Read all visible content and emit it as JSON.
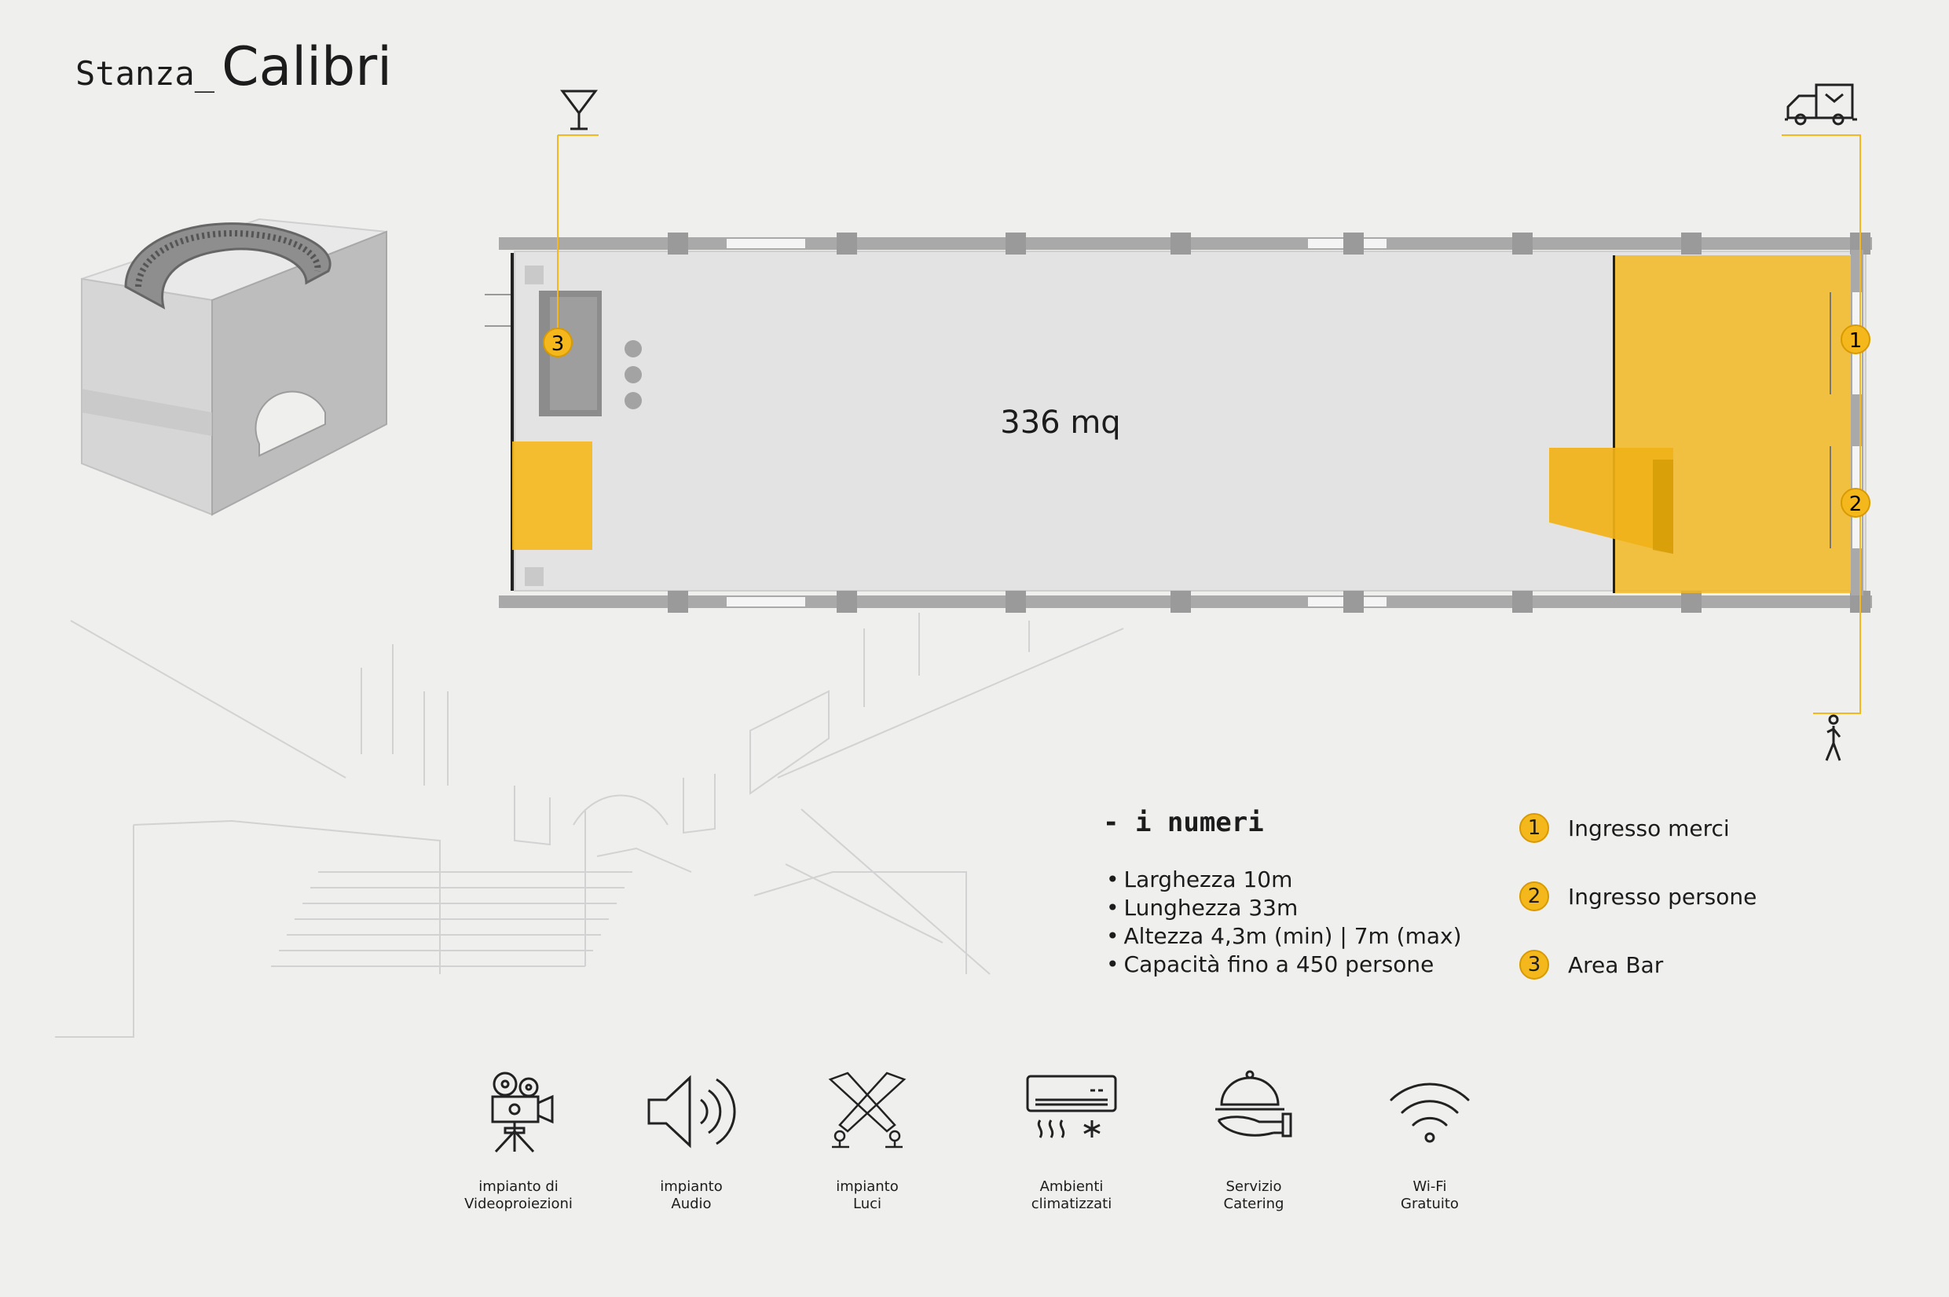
{
  "header": {
    "prefix": "Stanza_",
    "name": "Calibri"
  },
  "floorplan": {
    "area": "336 mq",
    "markers": [
      "1",
      "2",
      "3"
    ],
    "icons": [
      "cocktail-glass-icon",
      "delivery-truck-icon",
      "walking-person-icon"
    ]
  },
  "numeri": {
    "title": "- i numeri",
    "items": [
      "Larghezza 10m",
      "Lunghezza 33m",
      "Altezza 4,3m (min) | 7m (max)",
      "Capacità fino a 450 persone"
    ]
  },
  "legend": [
    {
      "num": "1",
      "label": "Ingresso merci"
    },
    {
      "num": "2",
      "label": "Ingresso persone"
    },
    {
      "num": "3",
      "label": "Area Bar"
    }
  ],
  "amenities": [
    {
      "icon": "film-camera-icon",
      "line1": "impianto di",
      "line2": "Videoproiezioni"
    },
    {
      "icon": "speaker-icon",
      "line1": "impianto",
      "line2": "Audio"
    },
    {
      "icon": "spotlights-icon",
      "line1": "impianto",
      "line2": "Luci"
    },
    {
      "icon": "air-conditioner-icon",
      "line1": "Ambienti",
      "line2": "climatizzati"
    },
    {
      "icon": "cloche-icon",
      "line1": "Servizio",
      "line2": "Catering"
    },
    {
      "icon": "wifi-icon",
      "line1": "Wi-Fi",
      "line2": "Gratuito"
    }
  ],
  "colors": {
    "accent": "#f5b81c",
    "wall": "#a9a9a9",
    "floor": "#e3e3e3",
    "paper": "#efefed"
  }
}
